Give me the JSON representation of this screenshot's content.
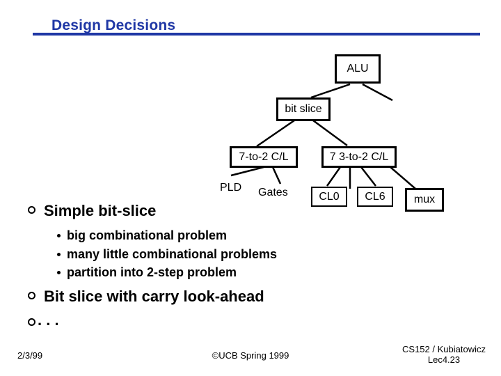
{
  "slide": {
    "title": "Design Decisions",
    "accent_color": "#1f37a5",
    "background_color": "#ffffff"
  },
  "diagram": {
    "description": "design decision tree",
    "nodes": {
      "alu": "ALU",
      "bit_slice": "bit slice",
      "seven_to_2_cl": "7-to-2 C/L",
      "seven_3_to_2_cl": "7 3-to-2 C/L",
      "pld": "PLD",
      "gates": "Gates",
      "cl0": "CL0",
      "cl6": "CL6",
      "mux": "mux"
    }
  },
  "bullets": {
    "items": [
      {
        "marker": "°",
        "text": "Simple bit-slice",
        "sub": [
          "big combinational problem",
          "many little combinational problems",
          "partition into 2-step problem"
        ]
      },
      {
        "marker": "°",
        "text": "Bit slice with carry look-ahead",
        "sub": []
      },
      {
        "marker": "°",
        "text": ". . .",
        "sub": []
      }
    ]
  },
  "footer": {
    "date": "2/3/99",
    "copyright": "©UCB Spring 1999",
    "course": "CS152 / Kubiatowicz",
    "lecture": "Lec4.23"
  }
}
